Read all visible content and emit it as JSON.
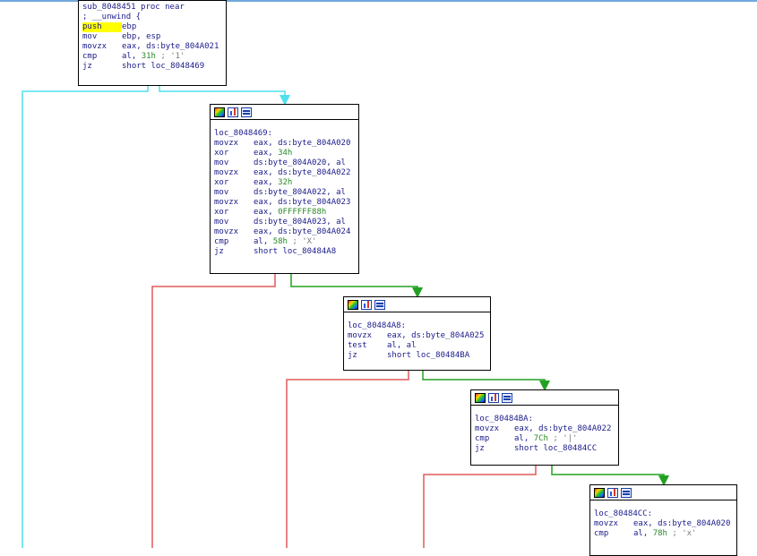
{
  "colors": {
    "true_edge": "#22a022",
    "false_edge": "#e05a5a",
    "uncond_edge": "#4fe0ee",
    "text": "#1a1a8a",
    "number": "#2a8a2a",
    "comment": "#7a7a7a",
    "highlight": "#ffff00"
  },
  "header_icons": [
    "color-picker-icon",
    "graph-icon",
    "xref-icon"
  ],
  "nodes": [
    {
      "id": "sub_8048451",
      "lines": [
        {
          "label": "sub_8048451 proc near"
        },
        {
          "label": "; __unwind {"
        },
        {
          "mnemonic": "push",
          "operand": "ebp",
          "highlight": true
        },
        {
          "mnemonic": "mov",
          "operand": "ebp, esp"
        },
        {
          "mnemonic": "movzx",
          "operand": "eax, ds:byte_804A021"
        },
        {
          "mnemonic": "cmp",
          "operand": "al, ",
          "number": "31h",
          "comment": " ; '1'"
        },
        {
          "mnemonic": "jz",
          "operand": "short loc_8048469"
        }
      ]
    },
    {
      "id": "loc_8048469",
      "lines": [
        {
          "label": "loc_8048469:"
        },
        {
          "mnemonic": "movzx",
          "operand": "eax, ds:byte_804A020"
        },
        {
          "mnemonic": "xor",
          "operand": "eax, ",
          "number": "34h"
        },
        {
          "mnemonic": "mov",
          "operand": "ds:byte_804A020, al"
        },
        {
          "mnemonic": "movzx",
          "operand": "eax, ds:byte_804A022"
        },
        {
          "mnemonic": "xor",
          "operand": "eax, ",
          "number": "32h"
        },
        {
          "mnemonic": "mov",
          "operand": "ds:byte_804A022, al"
        },
        {
          "mnemonic": "movzx",
          "operand": "eax, ds:byte_804A023"
        },
        {
          "mnemonic": "xor",
          "operand": "eax, ",
          "number": "0FFFFFF88h"
        },
        {
          "mnemonic": "mov",
          "operand": "ds:byte_804A023, al"
        },
        {
          "mnemonic": "movzx",
          "operand": "eax, ds:byte_804A024"
        },
        {
          "mnemonic": "cmp",
          "operand": "al, ",
          "number": "58h",
          "comment": " ; 'X'"
        },
        {
          "mnemonic": "jz",
          "operand": "short loc_80484A8"
        }
      ]
    },
    {
      "id": "loc_80484A8",
      "lines": [
        {
          "label": "loc_80484A8:"
        },
        {
          "mnemonic": "movzx",
          "operand": "eax, ds:byte_804A025"
        },
        {
          "mnemonic": "test",
          "operand": "al, al"
        },
        {
          "mnemonic": "jz",
          "operand": "short loc_80484BA"
        }
      ]
    },
    {
      "id": "loc_80484BA",
      "lines": [
        {
          "label": "loc_80484BA:"
        },
        {
          "mnemonic": "movzx",
          "operand": "eax, ds:byte_804A022"
        },
        {
          "mnemonic": "cmp",
          "operand": "al, ",
          "number": "7Ch",
          "comment": " ; '|'"
        },
        {
          "mnemonic": "jz",
          "operand": "short loc_80484CC"
        }
      ]
    },
    {
      "id": "loc_80484CC",
      "lines": [
        {
          "label": "loc_80484CC:"
        },
        {
          "mnemonic": "movzx",
          "operand": "eax, ds:byte_804A020"
        },
        {
          "mnemonic": "cmp",
          "operand": "al, ",
          "number": "78h",
          "comment": " ; 'x'"
        }
      ]
    }
  ]
}
